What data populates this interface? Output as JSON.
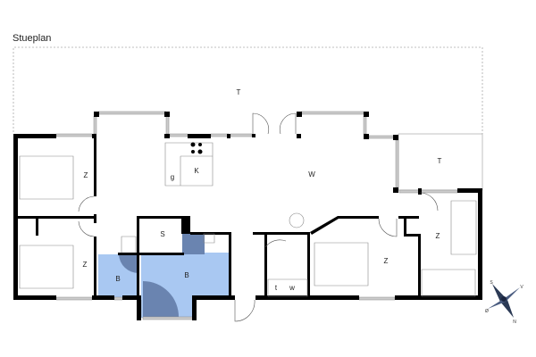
{
  "title": "Stueplan",
  "rooms": [
    {
      "id": "terrace-top",
      "label": "T"
    },
    {
      "id": "terrace-right",
      "label": "T"
    },
    {
      "id": "bedroom-1",
      "label": "Z"
    },
    {
      "id": "bedroom-2",
      "label": "Z"
    },
    {
      "id": "kitchen",
      "label": "K"
    },
    {
      "id": "kitchen-g",
      "label": "g"
    },
    {
      "id": "living",
      "label": "W"
    },
    {
      "id": "storage",
      "label": "S"
    },
    {
      "id": "bath-1",
      "label": "B"
    },
    {
      "id": "bath-2",
      "label": "B"
    },
    {
      "id": "bedroom-3",
      "label": "Z"
    },
    {
      "id": "bedroom-4",
      "label": "Z"
    },
    {
      "id": "utility-t",
      "label": "t"
    },
    {
      "id": "utility-w",
      "label": "w"
    }
  ],
  "compass": {
    "n": "N",
    "s": "S",
    "e": "Ø",
    "w": "V"
  },
  "colors": {
    "wall": "#000000",
    "window": "#c8c8c8",
    "bath": "#a9c8f2",
    "shower": "#6a84b0"
  }
}
